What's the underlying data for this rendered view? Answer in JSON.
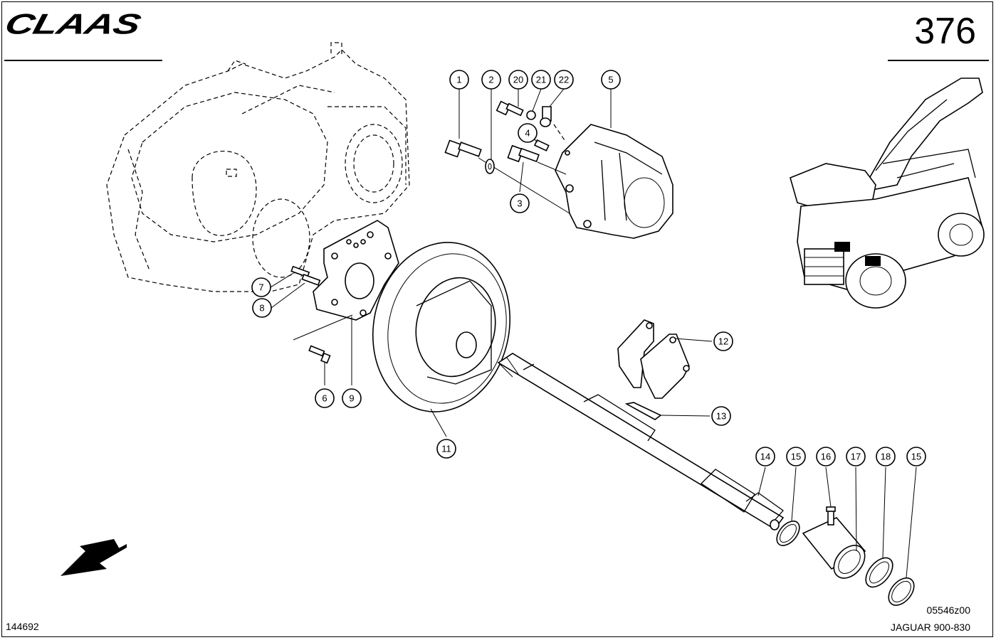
{
  "header": {
    "logo_text": "CLAAS",
    "page_number": "376"
  },
  "footer": {
    "drawing_id": "144692",
    "ref_code": "05546z00",
    "model": "JAGUAR 900-830"
  },
  "callouts": [
    {
      "id": "c1",
      "label": "1"
    },
    {
      "id": "c2",
      "label": "2"
    },
    {
      "id": "c20",
      "label": "20"
    },
    {
      "id": "c21",
      "label": "21"
    },
    {
      "id": "c22",
      "label": "22"
    },
    {
      "id": "c5",
      "label": "5"
    },
    {
      "id": "c4",
      "label": "4"
    },
    {
      "id": "c3",
      "label": "3"
    },
    {
      "id": "c7",
      "label": "7"
    },
    {
      "id": "c8",
      "label": "8"
    },
    {
      "id": "c6",
      "label": "6"
    },
    {
      "id": "c9",
      "label": "9"
    },
    {
      "id": "c11",
      "label": "11"
    },
    {
      "id": "c12",
      "label": "12"
    },
    {
      "id": "c13",
      "label": "13"
    },
    {
      "id": "c14",
      "label": "14"
    },
    {
      "id": "c15a",
      "label": "15"
    },
    {
      "id": "c16",
      "label": "16"
    },
    {
      "id": "c17",
      "label": "17"
    },
    {
      "id": "c18",
      "label": "18"
    },
    {
      "id": "c15b",
      "label": "15"
    }
  ]
}
